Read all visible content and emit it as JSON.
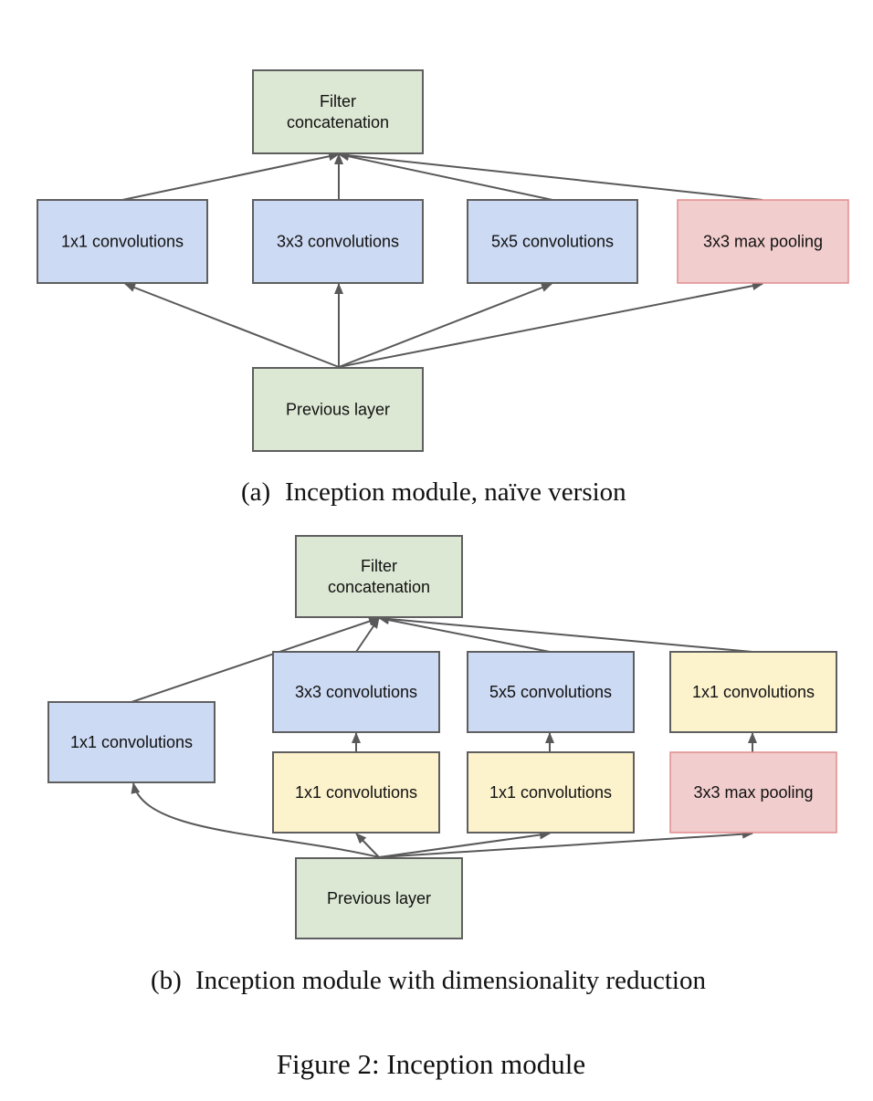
{
  "figure_caption": "Figure 2: Inception module",
  "colors": {
    "green": "#dce8d4",
    "blue": "#cddaf3",
    "yellow": "#fcf2cc",
    "red": "#f2cdcd",
    "red_border": "#e08d8d",
    "border": "#5f5f5f",
    "edge": "#595959"
  },
  "panels": [
    {
      "id": "a",
      "label": "(a)",
      "caption": "Inception module, naïve version",
      "nodes": [
        {
          "id": "concat",
          "lines": [
            "Filter",
            "concatenation"
          ],
          "color": "green"
        },
        {
          "id": "conv1",
          "lines": [
            "1x1 convolutions"
          ],
          "color": "blue"
        },
        {
          "id": "conv3",
          "lines": [
            "3x3 convolutions"
          ],
          "color": "blue"
        },
        {
          "id": "conv5",
          "lines": [
            "5x5 convolutions"
          ],
          "color": "blue"
        },
        {
          "id": "pool",
          "lines": [
            "3x3 max pooling"
          ],
          "color": "red"
        },
        {
          "id": "prev",
          "lines": [
            "Previous layer"
          ],
          "color": "green"
        }
      ],
      "edges": [
        {
          "from": "prev",
          "to": "conv1"
        },
        {
          "from": "prev",
          "to": "conv3"
        },
        {
          "from": "prev",
          "to": "conv5"
        },
        {
          "from": "prev",
          "to": "pool"
        },
        {
          "from": "conv1",
          "to": "concat"
        },
        {
          "from": "conv3",
          "to": "concat"
        },
        {
          "from": "conv5",
          "to": "concat"
        },
        {
          "from": "pool",
          "to": "concat"
        }
      ]
    },
    {
      "id": "b",
      "label": "(b)",
      "caption": "Inception module with dimensionality reduction",
      "nodes": [
        {
          "id": "concat",
          "lines": [
            "Filter",
            "concatenation"
          ],
          "color": "green"
        },
        {
          "id": "conv1_direct",
          "lines": [
            "1x1 convolutions"
          ],
          "color": "blue"
        },
        {
          "id": "conv3",
          "lines": [
            "3x3 convolutions"
          ],
          "color": "blue"
        },
        {
          "id": "conv5",
          "lines": [
            "5x5 convolutions"
          ],
          "color": "blue"
        },
        {
          "id": "conv1_post_pool",
          "lines": [
            "1x1 convolutions"
          ],
          "color": "yellow"
        },
        {
          "id": "reduce3",
          "lines": [
            "1x1 convolutions"
          ],
          "color": "yellow"
        },
        {
          "id": "reduce5",
          "lines": [
            "1x1 convolutions"
          ],
          "color": "yellow"
        },
        {
          "id": "pool",
          "lines": [
            "3x3 max pooling"
          ],
          "color": "red"
        },
        {
          "id": "prev",
          "lines": [
            "Previous layer"
          ],
          "color": "green"
        }
      ],
      "edges": [
        {
          "from": "prev",
          "to": "conv1_direct"
        },
        {
          "from": "prev",
          "to": "reduce3"
        },
        {
          "from": "prev",
          "to": "reduce5"
        },
        {
          "from": "prev",
          "to": "pool"
        },
        {
          "from": "reduce3",
          "to": "conv3"
        },
        {
          "from": "reduce5",
          "to": "conv5"
        },
        {
          "from": "pool",
          "to": "conv1_post_pool"
        },
        {
          "from": "conv1_direct",
          "to": "concat"
        },
        {
          "from": "conv3",
          "to": "concat"
        },
        {
          "from": "conv5",
          "to": "concat"
        },
        {
          "from": "conv1_post_pool",
          "to": "concat"
        }
      ]
    }
  ]
}
